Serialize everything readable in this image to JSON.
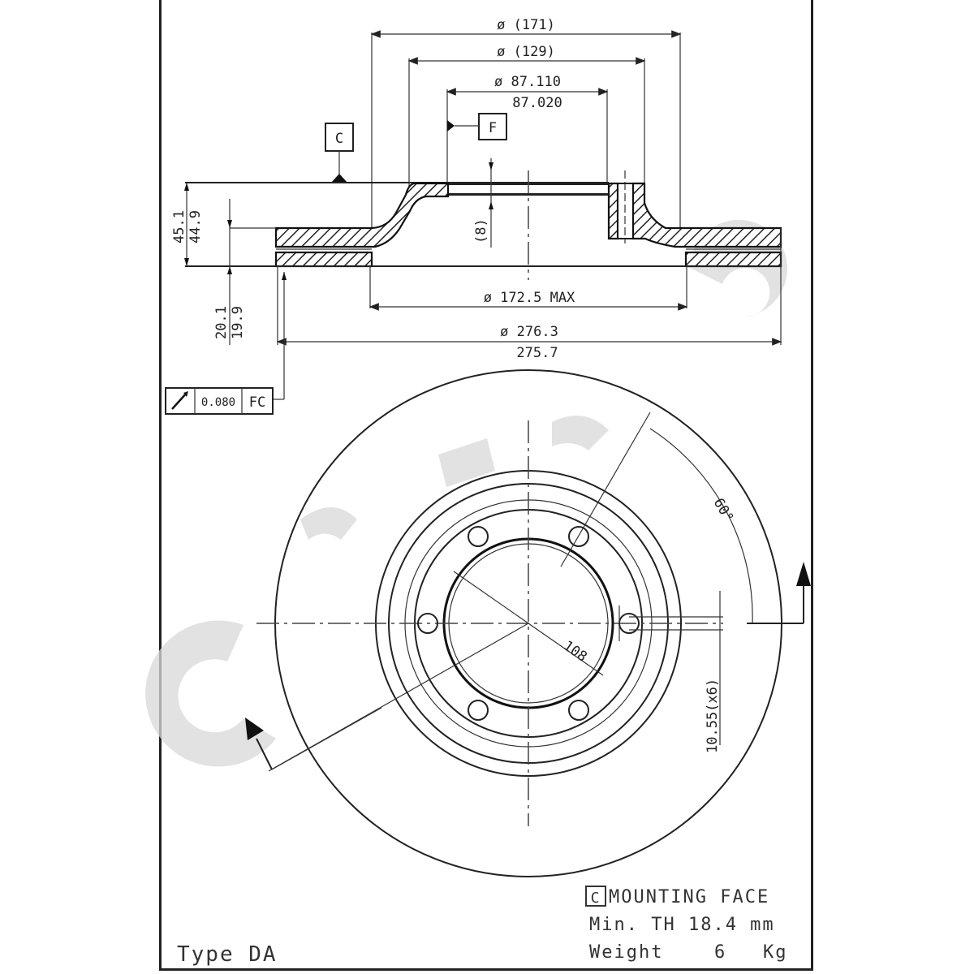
{
  "drawing": {
    "type_label": "Type DA",
    "section_view": {
      "dimensions": {
        "d171": "ø (171)",
        "d129": "ø (129)",
        "d87_upper": "ø 87.110",
        "d87_lower": "87.020",
        "d172_5": "ø 172.5 MAX",
        "d276_upper": "ø 276.3",
        "d276_lower": "275.7",
        "h45_upper": "45.1",
        "h45_lower": "44.9",
        "h20_upper": "20.1",
        "h20_lower": "19.9",
        "hat_thickness": "(8)"
      },
      "datum_c": "C",
      "datum_f": "F",
      "runout_tolerance": {
        "symbol": "runout-arrow",
        "value": "0.080",
        "datums": "FC"
      }
    },
    "front_view": {
      "pcd": "108",
      "bolt_hole": "10.55(x6)",
      "angle": "60°",
      "bolt_holes_count": 6
    },
    "notes": {
      "mounting_face_key": "C",
      "mounting_face": "MOUNTING FACE",
      "min_th": "Min. TH 18.4 mm",
      "weight_label": "Weight",
      "weight_value": "6",
      "weight_unit": "Kg"
    },
    "colors": {
      "line": "#222222",
      "watermark": "#d8d8d8",
      "background": "#ffffff"
    }
  }
}
